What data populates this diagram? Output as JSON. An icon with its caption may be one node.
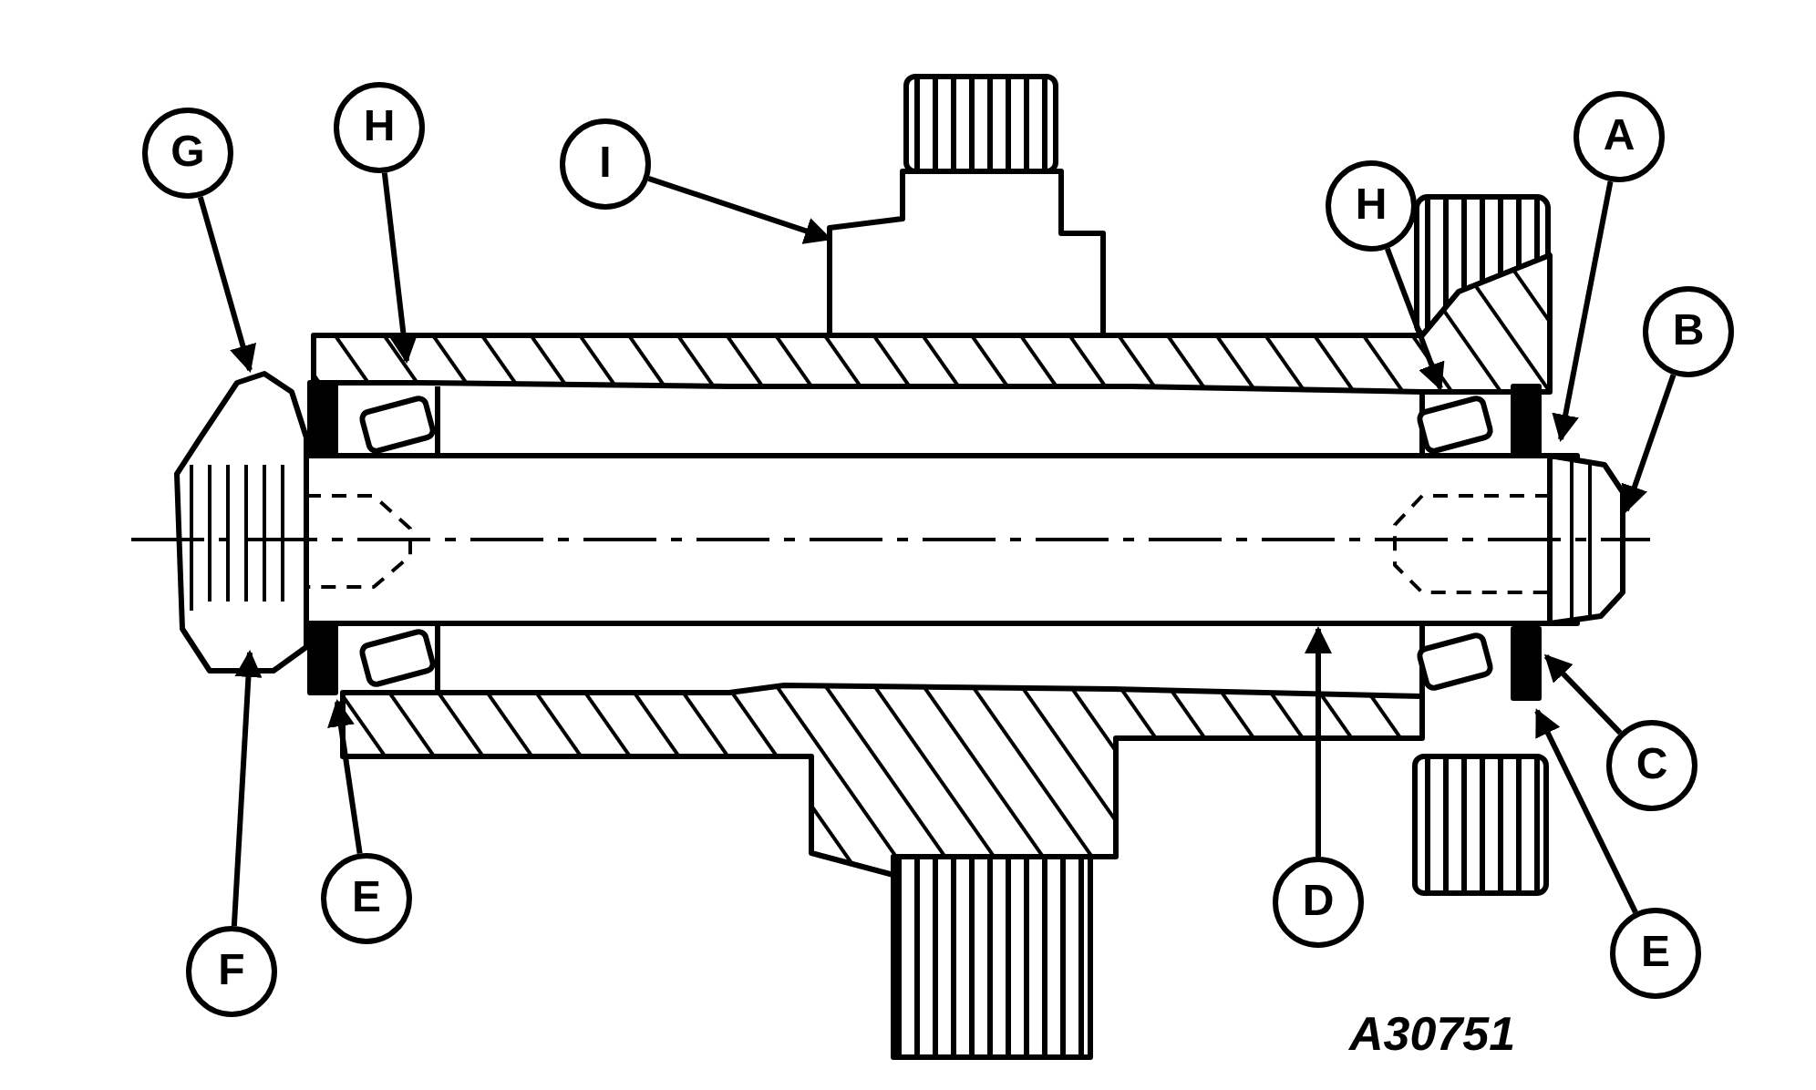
{
  "diagram": {
    "nodes": [
      {
        "text": [
          "G"
        ]
      },
      {
        "text": [
          "H"
        ]
      },
      {
        "text": [
          "I"
        ]
      },
      {
        "text": [
          "H"
        ]
      },
      {
        "text": [
          "A"
        ]
      },
      {
        "text": [
          "B"
        ]
      },
      {
        "text": [
          "C"
        ]
      },
      {
        "text": [
          "E"
        ]
      },
      {
        "text": [
          "D"
        ]
      },
      {
        "text": [
          "E"
        ]
      },
      {
        "text": [
          "F"
        ]
      }
    ],
    "edges": [
      {
        "from": 0,
        "to": null,
        "arrow": "to"
      },
      {
        "from": 1,
        "to": null,
        "arrow": "to"
      },
      {
        "from": 2,
        "to": null,
        "arrow": "to"
      },
      {
        "from": 3,
        "to": null,
        "arrow": "to"
      },
      {
        "from": 4,
        "to": null,
        "arrow": "to"
      },
      {
        "from": 5,
        "to": null,
        "arrow": "to"
      },
      {
        "from": 6,
        "to": null,
        "arrow": "to"
      },
      {
        "from": 7,
        "to": null,
        "arrow": "to"
      },
      {
        "from": 8,
        "to": null,
        "arrow": "to"
      },
      {
        "from": 9,
        "to": null,
        "arrow": "to"
      },
      {
        "from": 10,
        "to": null,
        "arrow": "to"
      }
    ],
    "labels": [
      "A30751"
    ]
  }
}
